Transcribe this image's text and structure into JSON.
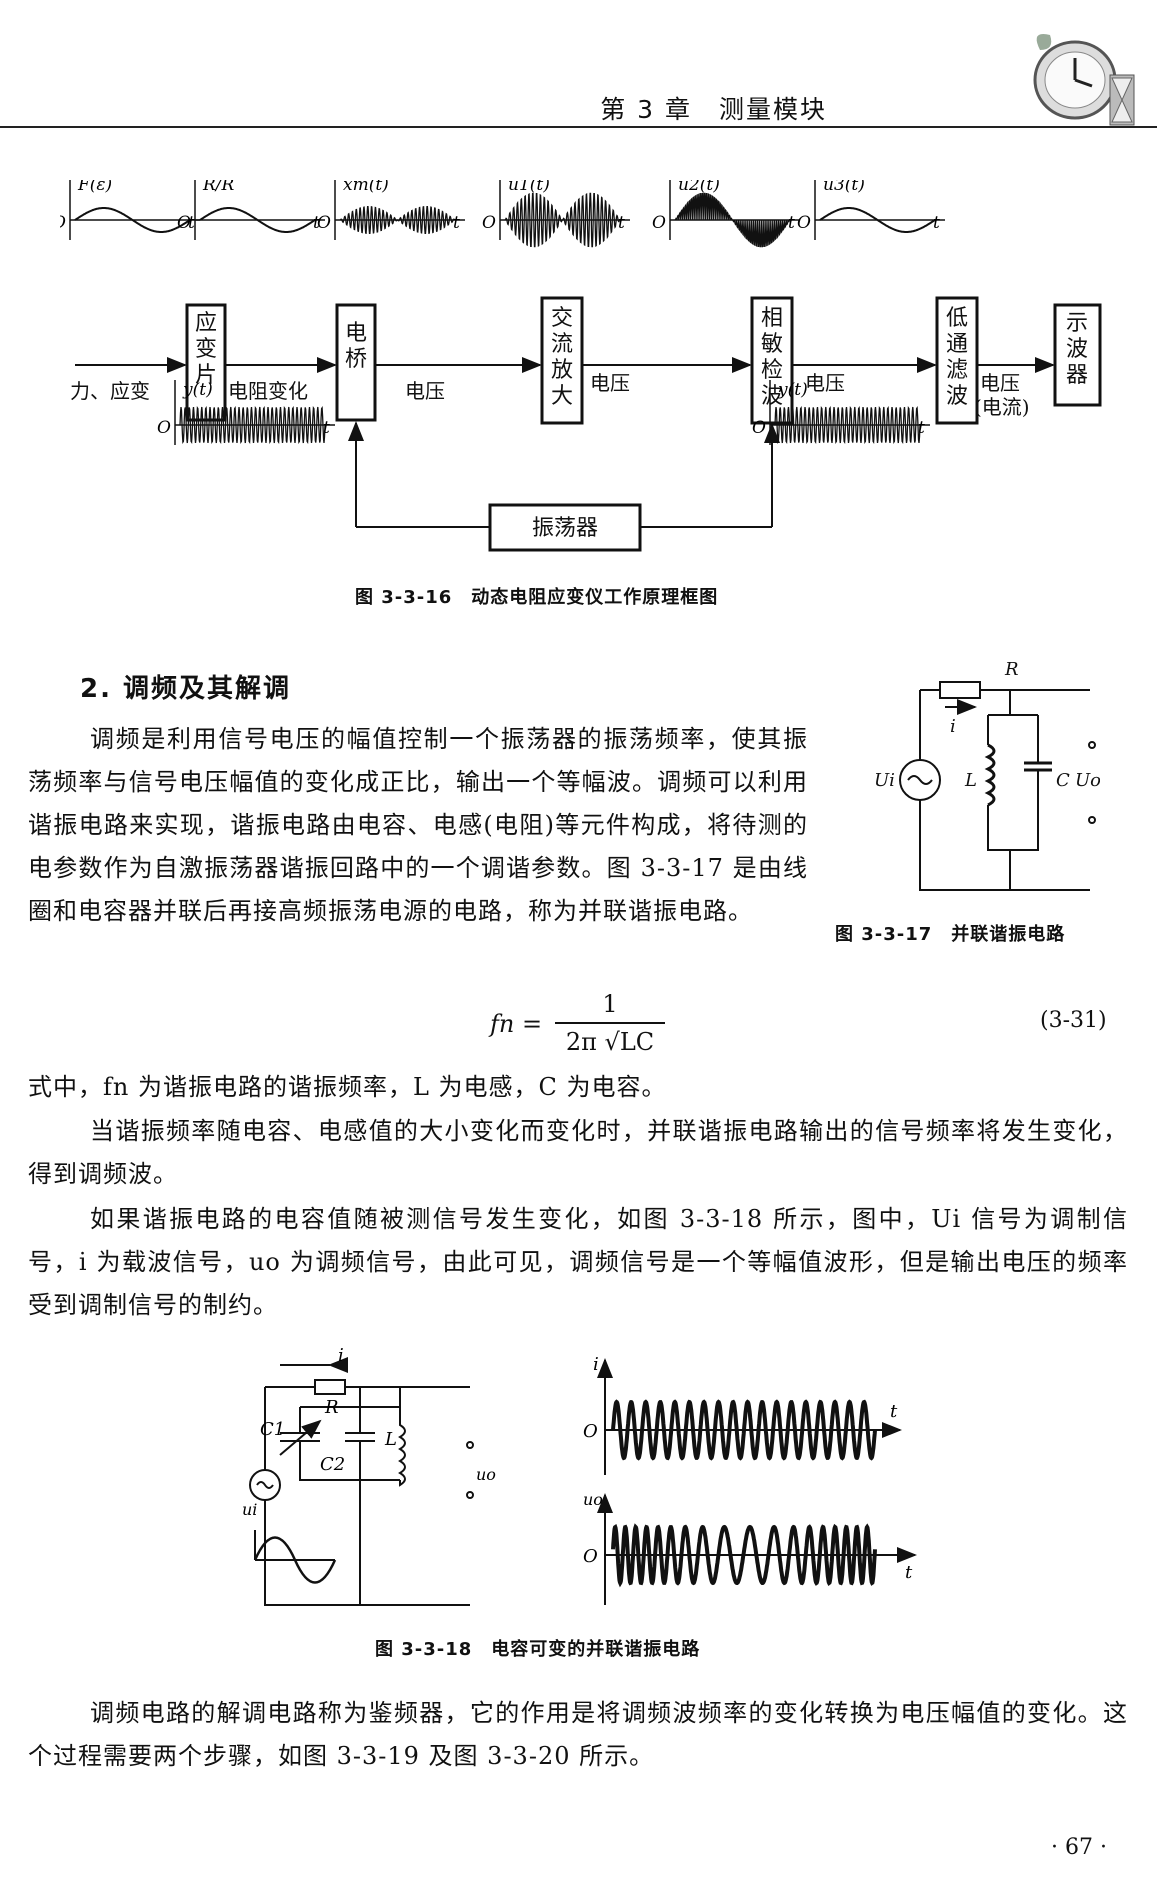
{
  "header": {
    "chapter": "第 3 章　测量模块"
  },
  "fig16": {
    "caption": "图 3-3-16　动态电阻应变仪工作原理框图",
    "blocks": [
      "应变片",
      "电桥",
      "交流放大",
      "相敏检波",
      "低通滤波",
      "示波器",
      "振荡器"
    ],
    "signals": [
      "力、应变",
      "电阻变化",
      "电压",
      "电压",
      "电压",
      "电压(电流)"
    ],
    "waves": [
      "F(ε)",
      "R/R",
      "xm(t)",
      "u1(t)",
      "u2(t)",
      "u3(t)",
      "y(t)",
      "y(t)"
    ],
    "origin": "O",
    "t": "t"
  },
  "section_title": "2. 调频及其解调",
  "para1": "调频是利用信号电压的幅值控制一个振荡器的振荡频率，使其振荡频率与信号电压幅值的变化成正比，输出一个等幅波。调频可以利用谐振电路来实现，谐振电路由电容、电感(电阻)等元件构成，将待测的电参数作为自激振荡器谐振回路中的一个调谐参数。图 3-3-17 是由线圈和电容器并联后再接高频振荡电源的电路，称为并联谐振电路。",
  "fig17": {
    "caption": "图 3-3-17　并联谐振电路",
    "R": "R",
    "i": "i",
    "Ui": "Ui",
    "L": "L",
    "C": "C",
    "Uo": "Uo"
  },
  "formula": {
    "lhs": "fn =",
    "num": "1",
    "den": "2π √LC",
    "number": "(3-31)"
  },
  "para2": "式中，fn 为谐振电路的谐振频率，L 为电感，C 为电容。",
  "para3": "当谐振频率随电容、电感值的大小变化而变化时，并联谐振电路输出的信号频率将发生变化，得到调频波。",
  "para4": "如果谐振电路的电容值随被测信号发生变化，如图 3-3-18 所示，图中，Ui 信号为调制信号，i 为载波信号，uo 为调频信号，由此可见，调频信号是一个等幅值波形，但是输出电压的频率受到调制信号的制约。",
  "fig18": {
    "caption": "图 3-3-18　电容可变的并联谐振电路",
    "i": "i",
    "R": "R",
    "C1": "C1",
    "C2": "C2",
    "L": "L",
    "uo": "uo",
    "ui": "ui",
    "O": "O",
    "t": "t"
  },
  "para5": "调频电路的解调电路称为鉴频器，它的作用是将调频波频率的变化转换为电压幅值的变化。这个过程需要两个步骤，如图 3-3-19 及图 3-3-20 所示。",
  "page_number": "· 67 ·"
}
